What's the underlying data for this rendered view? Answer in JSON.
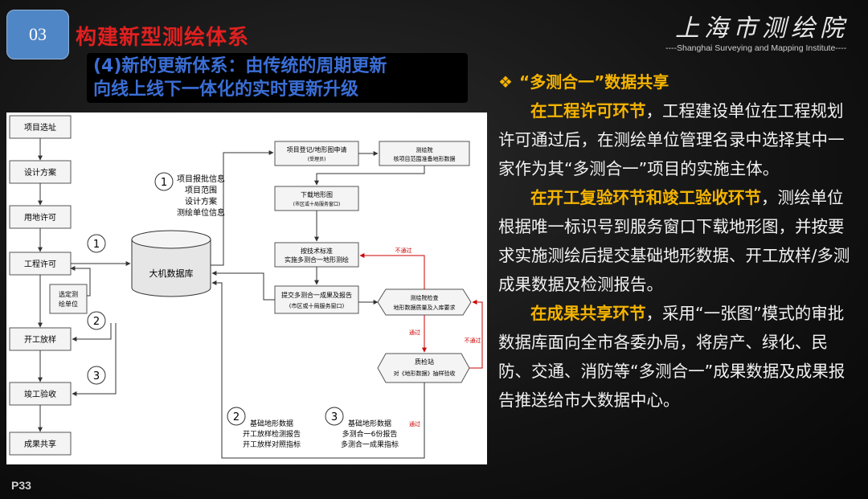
{
  "header": {
    "badge": "03",
    "title": "构建新型测绘体系",
    "subtitle_line1": "(4)新的更新体系：由传统的周期更新",
    "subtitle_line2": "向线上线下一体化的实时更新升级",
    "logo": "上海市测绘院",
    "logo_sub": "----Shanghai Surveying and Mapping Institute----"
  },
  "diagram": {
    "left_steps": [
      "项目选址",
      "设计方案",
      "用地许可",
      "工程许可",
      "开工放样",
      "竣工验收",
      "成果共享"
    ],
    "db_label": "大机数据库",
    "selection_label_1": "选定测",
    "selection_label_2": "绘单位",
    "num1": "1",
    "num2": "2",
    "num3": "3",
    "info1": [
      "项目报批信息",
      "项目范围",
      "设计方案",
      "测绘单位信息"
    ],
    "box_register_1": "项目登记/地形图申请",
    "box_register_2": "(受理员)",
    "box_institute_1": "测绘院",
    "box_institute_2": "核项目范围准备地形数据",
    "box_download_1": "下载地形图",
    "box_download_2": "(市区或十局服务窗口)",
    "box_survey_1": "按技术标准",
    "box_survey_2": "实施多测合一地形测绘",
    "box_submit_1": "提交多测合一成果及报告",
    "box_submit_2": "(市区或十局服务窗口)",
    "box_check_1": "测绘院检查",
    "box_check_2": "地形数据质量及入库要求",
    "box_qc_1": "质检站",
    "box_qc_2": "对《地形数据》抽样验收",
    "label_fail": "不通过",
    "label_pass": "通过",
    "info2": [
      "基础地形数据",
      "开工放样检测报告",
      "开工放样对照指标"
    ],
    "info3": [
      "基础地形数据",
      "多测合一6份报告",
      "多测合一成果指标"
    ]
  },
  "right": {
    "share_title": "“多测合一”数据共享",
    "p1_hl": "在工程许可环节",
    "p1_rest": "，工程建设单位在工程规划许可通过后，在测绘单位管理名录中选择其中一家作为其“多测合一”项目的实施主体。",
    "p2_hl": "在开工复验环节和竣工验收环节",
    "p2_rest": "，测绘单位根据唯一标识号到服务窗口下载地形图，并按要求实施测绘后提交基础地形数据、开工放样/多测成果数据及检测报告。",
    "p3_hl": "在成果共享环节",
    "p3_rest": "，采用“一张图”模式的审批数据库面向全市各委办局，将房产、绿化、民防、交通、消防等“多测合一”成果数据及成果报告推送给市大数据中心。"
  },
  "footer": {
    "page": "P33"
  },
  "colors": {
    "accent_red": "#e02020",
    "accent_gold": "#f5b400",
    "badge_blue": "#4f86c6"
  }
}
